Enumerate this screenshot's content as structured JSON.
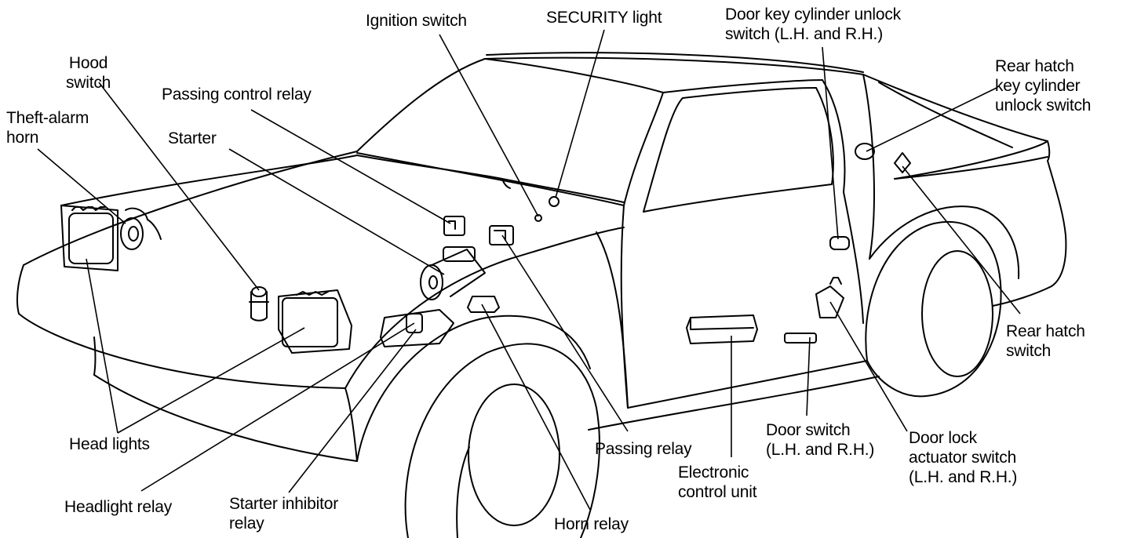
{
  "labels": {
    "ignition_switch": "Ignition switch",
    "security_light": "SECURITY light",
    "door_key_cylinder": [
      "Door key cylinder unlock",
      "switch (L.H. and R.H.)"
    ],
    "hood_switch": [
      "Hood",
      "switch"
    ],
    "passing_control_relay": "Passing control relay",
    "theft_alarm_horn": [
      "Theft-alarm",
      "horn"
    ],
    "starter": "Starter",
    "rear_hatch_key_cylinder": [
      "Rear hatch",
      "key cylinder",
      "unlock switch"
    ],
    "rear_hatch_switch": [
      "Rear hatch",
      "switch"
    ],
    "head_lights": "Head lights",
    "headlight_relay": "Headlight relay",
    "starter_inhibitor_relay": [
      "Starter inhibitor",
      "relay"
    ],
    "horn_relay": "Horn relay",
    "passing_relay": "Passing relay",
    "electronic_control_unit": [
      "Electronic",
      "control unit"
    ],
    "door_switch": [
      "Door switch",
      "(L.H. and R.H.)"
    ],
    "door_lock_actuator_switch": [
      "Door lock",
      "actuator switch",
      "(L.H. and R.H.)"
    ]
  }
}
